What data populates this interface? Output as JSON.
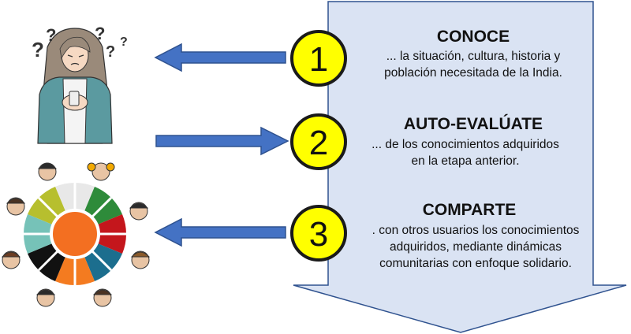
{
  "colors": {
    "big_arrow_fill": "#dae3f3",
    "big_arrow_stroke": "#2f528f",
    "small_arrow_fill": "#4472c4",
    "small_arrow_stroke": "#2f528f",
    "circle_fill": "#ffff00",
    "circle_stroke": "#1a1a1a",
    "wheel_center": "#f36f21"
  },
  "illustrations": {
    "top": "confused-woman-with-phone-icon",
    "bottom": "community-circle-icon"
  },
  "steps": [
    {
      "number": "1",
      "title": "CONOCE",
      "desc_line1": "... la situación, cultura, historia y",
      "desc_line2": "población necesitada de la India.",
      "arrow_direction": "left"
    },
    {
      "number": "2",
      "title": "AUTO-EVALÚATE",
      "desc_line1": "... de los conocimientos adquiridos",
      "desc_line2": "en la etapa anterior.",
      "arrow_direction": "right"
    },
    {
      "number": "3",
      "title": "COMPARTE",
      "desc_line1": ". con otros usuarios los conocimientos",
      "desc_line2": "adquiridos, mediante dinámicas",
      "desc_line3": "comunitarias con enfoque solidario.",
      "arrow_direction": "left"
    }
  ]
}
